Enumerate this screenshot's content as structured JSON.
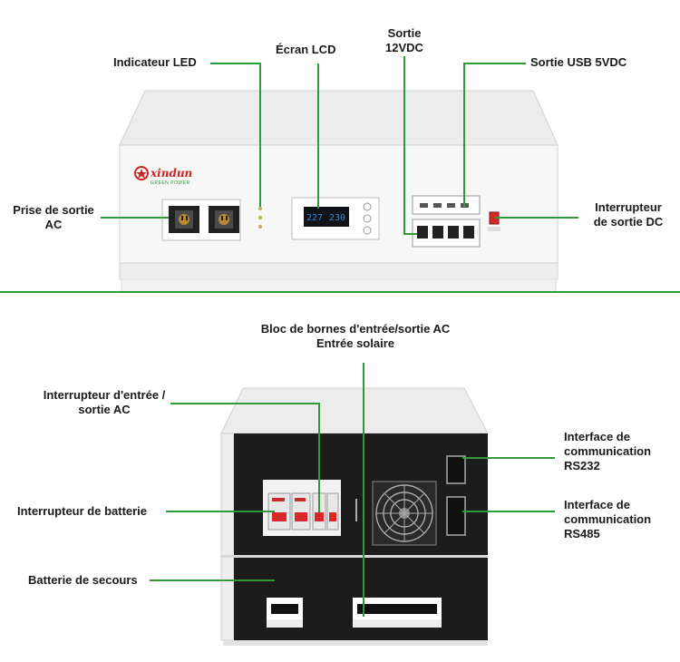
{
  "colors": {
    "leader_line": "#2e9a3a",
    "divider": "#2e9a3a",
    "panel_black": "#1c1c1c",
    "case_white": "#f4f4f4",
    "switch_red": "#d8282a",
    "lcd_blue": "#1e6fc0"
  },
  "brand": {
    "name": "xindun",
    "tagline": "GREEN POWER"
  },
  "lcd": {
    "left_value": "227",
    "right_value": "230"
  },
  "front_labels": {
    "led": "Indicateur LED",
    "lcd": "Écran LCD",
    "dc12_line1": "Sortie",
    "dc12_line2": "12VDC",
    "usb": "Sortie USB 5VDC",
    "ac_out_line1": "Prise de sortie",
    "ac_out_line2": "AC",
    "dc_switch_line1": "Interrupteur",
    "dc_switch_line2": "de sortie DC"
  },
  "rear_labels": {
    "terminal_line1": "Bloc de bornes d'entrée/sortie AC",
    "terminal_line2": "Entrée solaire",
    "io_switch_line1": "Interrupteur d'entrée /",
    "io_switch_line2": "sortie AC",
    "battery_switch": "Interrupteur de batterie",
    "backup_battery": "Batterie de secours",
    "rs232_line1": "Interface de",
    "rs232_line2": "communication",
    "rs232_line3": "RS232",
    "rs485_line1": "Interface de",
    "rs485_line2": "communication",
    "rs485_line3": "RS485"
  }
}
